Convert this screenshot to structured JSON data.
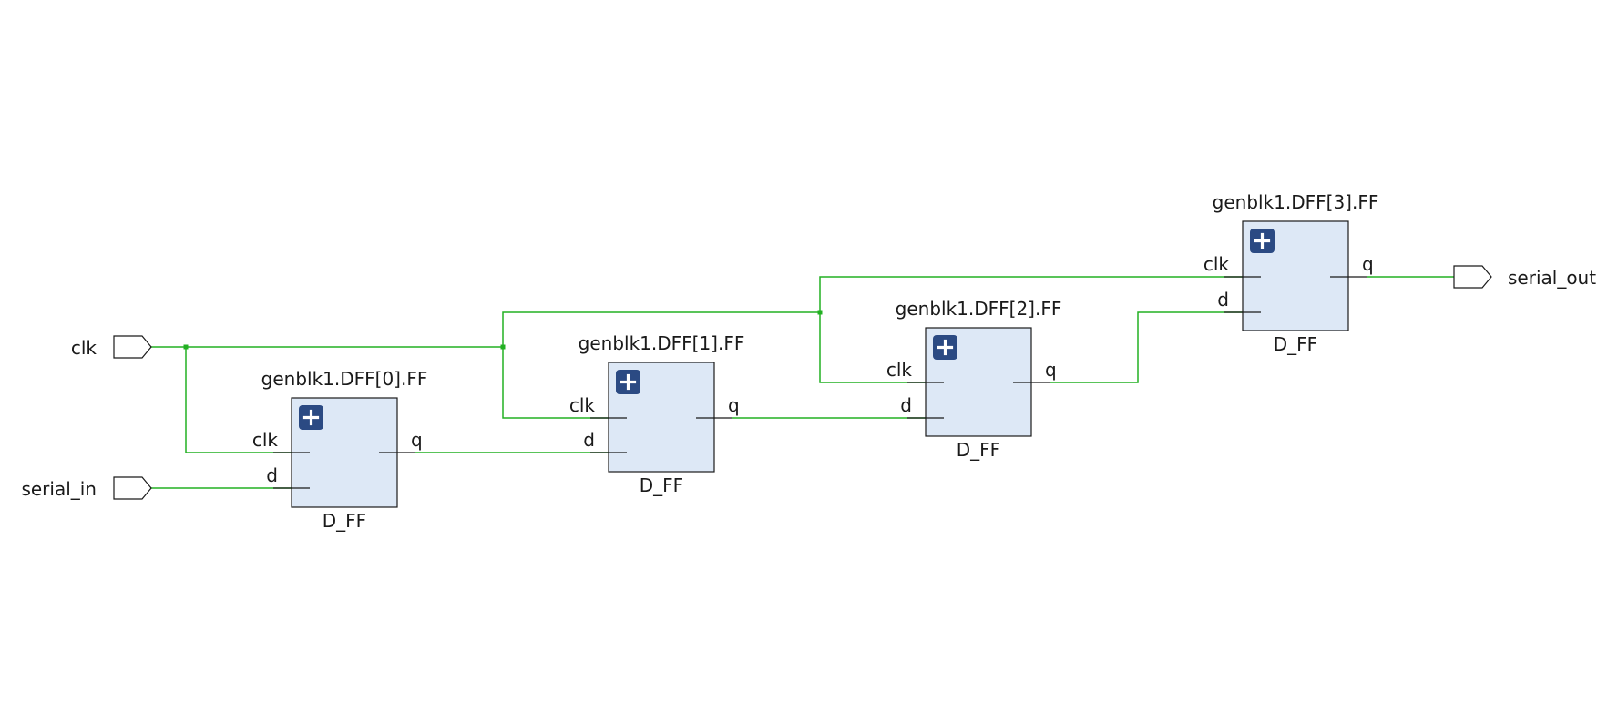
{
  "ports": {
    "clk": "clk",
    "serial_in": "serial_in",
    "serial_out": "serial_out"
  },
  "cells": [
    {
      "instance": "genblk1.DFF[0].FF",
      "type": "D_FF",
      "pin_clk": "clk",
      "pin_d": "d",
      "pin_q": "q"
    },
    {
      "instance": "genblk1.DFF[1].FF",
      "type": "D_FF",
      "pin_clk": "clk",
      "pin_d": "d",
      "pin_q": "q"
    },
    {
      "instance": "genblk1.DFF[2].FF",
      "type": "D_FF",
      "pin_clk": "clk",
      "pin_d": "d",
      "pin_q": "q"
    },
    {
      "instance": "genblk1.DFF[3].FF",
      "type": "D_FF",
      "pin_clk": "clk",
      "pin_d": "d",
      "pin_q": "q"
    }
  ],
  "colors": {
    "wire": "#22b022",
    "cell_fill": "#dde8f6",
    "expander": "#2b4a83"
  },
  "icons": {
    "expand": "plus-icon"
  }
}
